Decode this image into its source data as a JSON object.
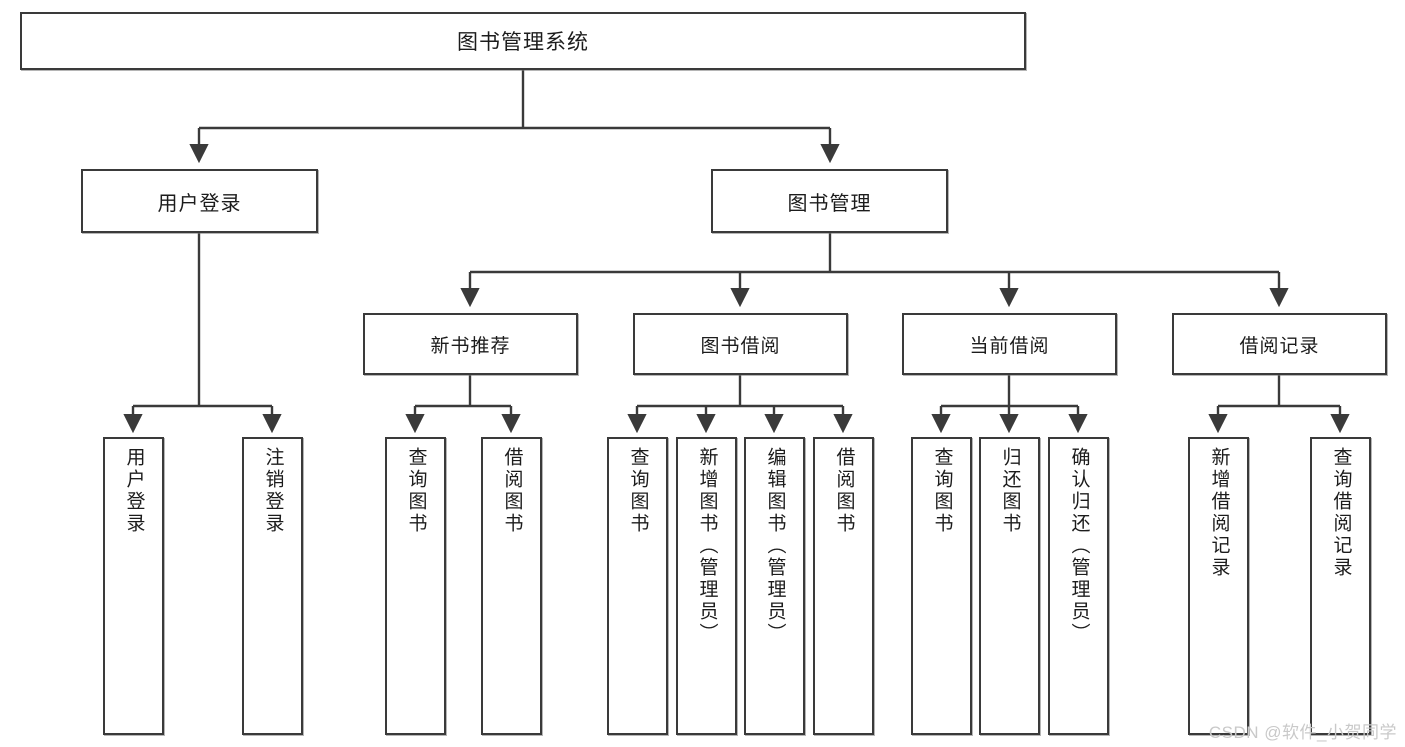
{
  "diagram": {
    "title": "图书管理系统",
    "type": "tree-hierarchy",
    "root": {
      "label": "图书管理系统"
    },
    "level1": [
      {
        "label": "用户登录"
      },
      {
        "label": "图书管理"
      }
    ],
    "level2": [
      {
        "label": "新书推荐"
      },
      {
        "label": "图书借阅"
      },
      {
        "label": "当前借阅"
      },
      {
        "label": "借阅记录"
      }
    ],
    "leaves": [
      {
        "label": "用户登录",
        "parent": "用户登录"
      },
      {
        "label": "注销登录",
        "parent": "用户登录"
      },
      {
        "label": "查询图书",
        "parent": "新书推荐"
      },
      {
        "label": "借阅图书",
        "parent": "新书推荐"
      },
      {
        "label": "查询图书",
        "parent": "图书借阅"
      },
      {
        "label": "新增图书（管理员）",
        "parent": "图书借阅"
      },
      {
        "label": "编辑图书（管理员）",
        "parent": "图书借阅"
      },
      {
        "label": "借阅图书",
        "parent": "图书借阅"
      },
      {
        "label": "查询图书",
        "parent": "当前借阅"
      },
      {
        "label": "归还图书",
        "parent": "当前借阅"
      },
      {
        "label": "确认归还（管理员）",
        "parent": "当前借阅"
      },
      {
        "label": "新增借阅记录",
        "parent": "借阅记录"
      },
      {
        "label": "查询借阅记录",
        "parent": "借阅记录"
      }
    ]
  },
  "watermark": {
    "text": "CSDN @软件_小贺同学"
  },
  "colors": {
    "stroke": "#3a3a3a",
    "fill": "#ffffff",
    "text": "#1c1c1c",
    "watermark": "#c9c9c9"
  }
}
